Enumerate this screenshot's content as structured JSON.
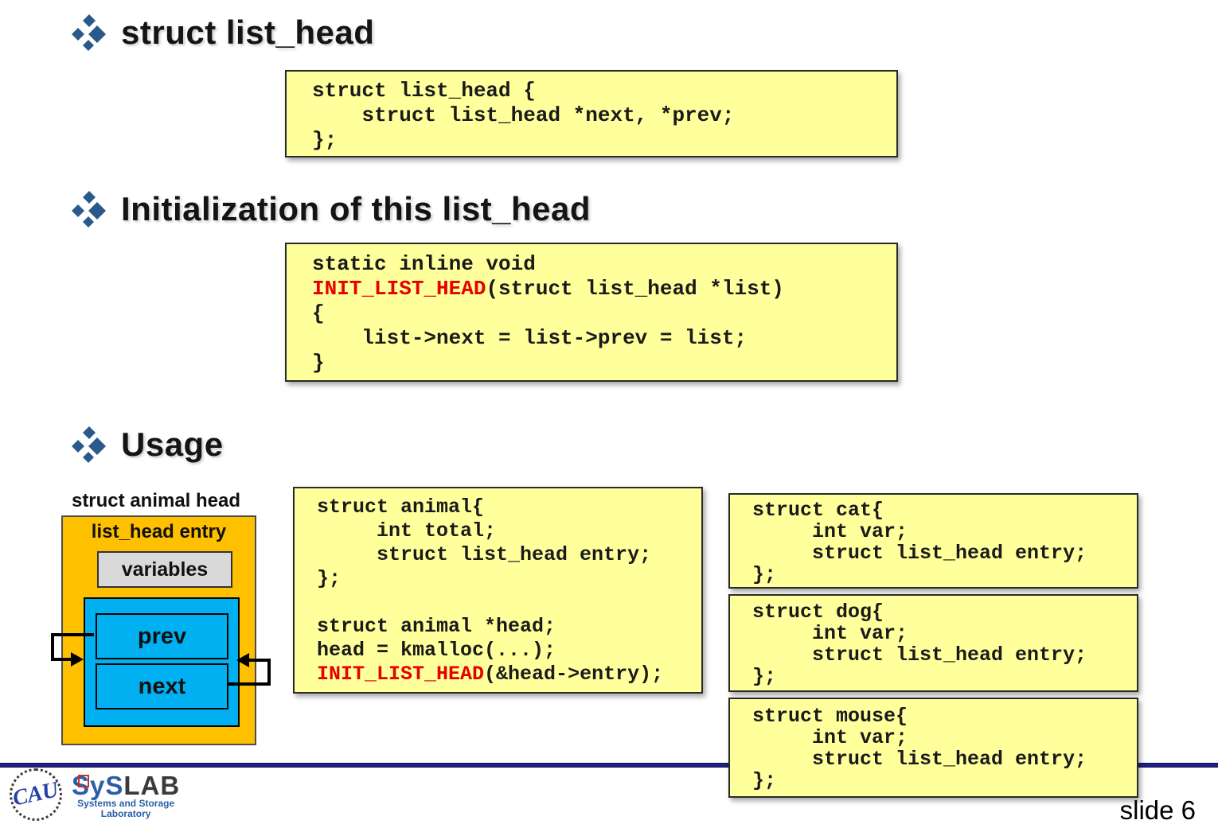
{
  "colors": {
    "code_box_yellow": "#FFFF9C",
    "diagram_orange": "#FFC000",
    "diagram_cyan": "#00B0F0",
    "variables_gray": "#D9D9D9",
    "footer_navy": "#20208A",
    "code_red": "#E60000",
    "bullet_blue": "#2A5A8C",
    "logo_blue": "#2B5EA7"
  },
  "headings": [
    {
      "title": "struct list_head"
    },
    {
      "title": "Initialization of this list_head"
    },
    {
      "title": "Usage"
    }
  ],
  "code_boxes": {
    "list_head_def": {
      "lines": [
        [
          {
            "t": "struct list_head {"
          }
        ],
        [
          {
            "t": "    struct list_head *next, *prev;"
          }
        ],
        [
          {
            "t": "};"
          }
        ]
      ]
    },
    "init_list_head": {
      "lines": [
        [
          {
            "t": "static inline void"
          }
        ],
        [
          {
            "t": "INIT_LIST_HEAD",
            "c": "#E60000"
          },
          {
            "t": "(struct list_head *list)"
          }
        ],
        [
          {
            "t": "{"
          }
        ],
        [
          {
            "t": "    list->next = list->prev = list;"
          }
        ],
        [
          {
            "t": "}"
          }
        ]
      ]
    },
    "animal_usage": {
      "lines": [
        [
          {
            "t": "struct animal{"
          }
        ],
        [
          {
            "t": "     int total;"
          }
        ],
        [
          {
            "t": "     struct list_head entry;"
          }
        ],
        [
          {
            "t": "};"
          }
        ],
        [],
        [
          {
            "t": "struct animal *head;"
          }
        ],
        [
          {
            "t": "head = kmalloc(...);"
          }
        ],
        [
          {
            "t": "INIT_LIST_HEAD",
            "c": "#E60000"
          },
          {
            "t": "(&head->entry);"
          }
        ]
      ]
    },
    "cat": {
      "lines": [
        [
          {
            "t": "struct cat{"
          }
        ],
        [
          {
            "t": "     int var;"
          }
        ],
        [
          {
            "t": "     struct list_head entry;"
          }
        ],
        [
          {
            "t": "};"
          }
        ]
      ]
    },
    "dog": {
      "lines": [
        [
          {
            "t": "struct dog{"
          }
        ],
        [
          {
            "t": "     int var;"
          }
        ],
        [
          {
            "t": "     struct list_head entry;"
          }
        ],
        [
          {
            "t": "};"
          }
        ]
      ]
    },
    "mouse": {
      "lines": [
        [
          {
            "t": "struct mouse{"
          }
        ],
        [
          {
            "t": "     int var;"
          }
        ],
        [
          {
            "t": "     struct list_head entry;"
          }
        ],
        [
          {
            "t": "};"
          }
        ]
      ]
    }
  },
  "diagram": {
    "outer_label": "struct animal head",
    "inner_label": "list_head entry",
    "variables_label": "variables",
    "prev_label": "prev",
    "next_label": "next"
  },
  "footer": {
    "slide_label": "slide 6",
    "logo": {
      "monogram": "CAU",
      "name_prefix": "SyS",
      "name_suffix": "LAB",
      "subtitle_line1": "Systems and Storage",
      "subtitle_line2": "Laboratory"
    }
  }
}
